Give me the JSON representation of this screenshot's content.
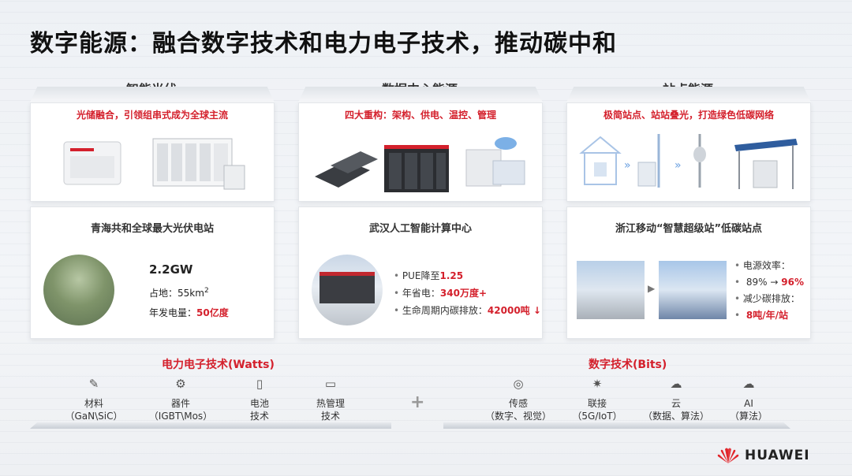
{
  "title": "数字能源：融合数字技术和电力电子技术，推动碳中和",
  "columns": [
    {
      "heading": "智能光伏",
      "top_subtitle": "光储融合，引领组串式成为全球主流",
      "bottom_title": "青海共和全球最大光伏电站",
      "stats": {
        "capacity": "2.2GW",
        "area_label": "占地：",
        "area_value": "55km",
        "area_sup": "2",
        "annual_label": "年发电量：",
        "annual_value": "50亿度"
      }
    },
    {
      "heading": "数据中心能源",
      "top_subtitle": "四大重构：架构、供电、温控、管理",
      "bottom_title": "武汉人工智能计算中心",
      "bullets": [
        {
          "prefix": "PUE降至",
          "value": "1.25"
        },
        {
          "prefix": "年省电：",
          "value": "340万度+"
        },
        {
          "prefix": "生命周期内碳排放：",
          "value": "42000吨 ↓"
        }
      ]
    },
    {
      "heading": "站点能源",
      "top_subtitle": "极简站点、站站叠光，打造绿色低碳网络",
      "bottom_title": "浙江移动“智慧超级站”低碳站点",
      "bullets": [
        {
          "line1": "电源效率：",
          "line2_prefix": "89% → ",
          "line2_value": "96%"
        },
        {
          "line1": "减少碳排放：",
          "line2_prefix": "",
          "line2_value": "8吨/年/站"
        }
      ]
    }
  ],
  "power_electronics": {
    "title": "电力电子技术(Watts)",
    "items": [
      {
        "icon": "chip-material-icon",
        "glyph": "✎",
        "l1": "材料",
        "l2": "（GaN\\SiC）"
      },
      {
        "icon": "device-icon",
        "glyph": "⚙",
        "l1": "器件",
        "l2": "（IGBT\\Mos）"
      },
      {
        "icon": "battery-icon",
        "glyph": "▯",
        "l1": "电池",
        "l2": "技术"
      },
      {
        "icon": "thermal-icon",
        "glyph": "▭",
        "l1": "热管理",
        "l2": "技术"
      }
    ]
  },
  "plus": "+",
  "digital": {
    "title": "数字技术(Bits)",
    "items": [
      {
        "icon": "sensor-icon",
        "glyph": "◎",
        "l1": "传感",
        "l2": "（数字、视觉）"
      },
      {
        "icon": "connect-icon",
        "glyph": "✷",
        "l1": "联接",
        "l2": "（5G/IoT）"
      },
      {
        "icon": "cloud-icon",
        "glyph": "☁",
        "l1": "云",
        "l2": "（数据、算法）"
      },
      {
        "icon": "ai-icon",
        "glyph": "☁",
        "l1": "AI",
        "l2": "（算法）"
      }
    ]
  },
  "logo": "HUAWEI",
  "colors": {
    "accent_red": "#d4202c"
  }
}
